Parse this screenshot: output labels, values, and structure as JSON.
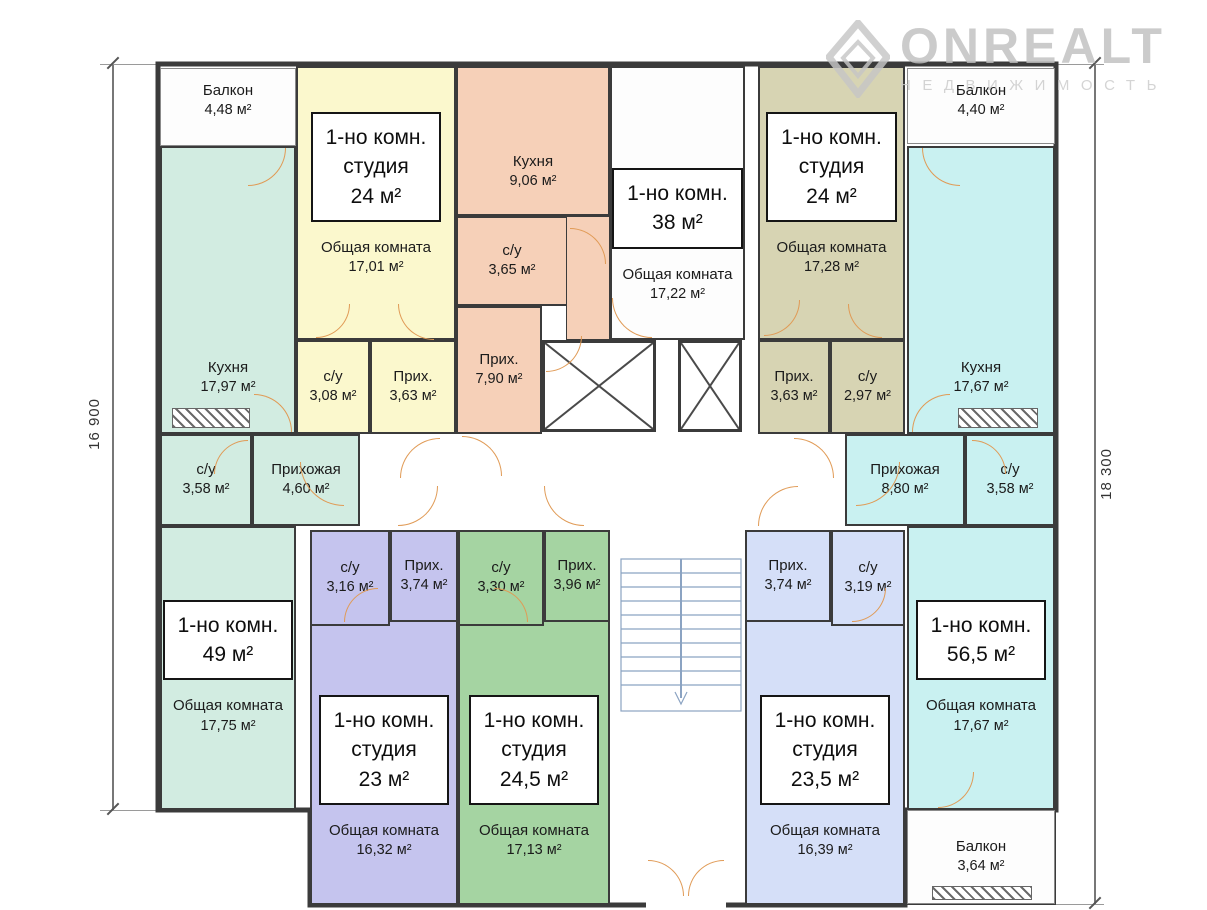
{
  "watermark": {
    "brand": "ONREALT",
    "subtitle": "НЕДВИЖИМОСТЬ"
  },
  "dims": {
    "left": "16 900",
    "right": "18 300"
  },
  "left_apt": {
    "balcony": {
      "name": "Балкон",
      "area": "4,48 м²"
    },
    "kitchen": {
      "name": "Кухня",
      "area": "17,97 м²"
    },
    "wc": {
      "name": "с/у",
      "area": "3,58 м²"
    },
    "hall": {
      "name": "Прихожая",
      "area": "4,60 м²"
    },
    "label": {
      "l1": "1-но комн.",
      "l2": "49 м²"
    },
    "living": {
      "name": "Общая комната",
      "area": "17,75 м²"
    }
  },
  "yellow_apt": {
    "label": {
      "l1": "1-но комн.",
      "l2": "студия",
      "l3": "24 м²"
    },
    "living": {
      "name": "Общая комната",
      "area": "17,01 м²"
    },
    "wc": {
      "name": "с/у",
      "area": "3,08 м²"
    },
    "hall": {
      "name": "Прих.",
      "area": "3,63 м²"
    }
  },
  "center_apt": {
    "kitchen": {
      "name": "Кухня",
      "area": "9,06 м²"
    },
    "wc": {
      "name": "с/у",
      "area": "3,65 м²"
    },
    "hall": {
      "name": "Прих.",
      "area": "7,90 м²"
    },
    "label": {
      "l1": "1-но комн.",
      "l2": "38 м²"
    },
    "living": {
      "name": "Общая комната",
      "area": "17,22 м²"
    }
  },
  "olive_apt": {
    "label": {
      "l1": "1-но комн.",
      "l2": "студия",
      "l3": "24 м²"
    },
    "living": {
      "name": "Общая комната",
      "area": "17,28 м²"
    },
    "hall": {
      "name": "Прих.",
      "area": "3,63 м²"
    },
    "wc": {
      "name": "с/у",
      "area": "2,97 м²"
    }
  },
  "right_apt": {
    "balcony_top": {
      "name": "Балкон",
      "area": "4,40 м²"
    },
    "kitchen": {
      "name": "Кухня",
      "area": "17,67 м²"
    },
    "hall": {
      "name": "Прихожая",
      "area": "8,80 м²"
    },
    "wc": {
      "name": "с/у",
      "area": "3,58 м²"
    },
    "label": {
      "l1": "1-но комн.",
      "l2": "56,5 м²"
    },
    "living": {
      "name": "Общая комната",
      "area": "17,67 м²"
    },
    "balcony_bottom": {
      "name": "Балкон",
      "area": "3,64 м²"
    }
  },
  "lavender_apt": {
    "wc": {
      "name": "с/у",
      "area": "3,16 м²"
    },
    "hall": {
      "name": "Прих.",
      "area": "3,74 м²"
    },
    "label": {
      "l1": "1-но комн.",
      "l2": "студия",
      "l3": "23 м²"
    },
    "living": {
      "name": "Общая комната",
      "area": "16,32 м²"
    }
  },
  "green_apt": {
    "wc": {
      "name": "с/у",
      "area": "3,30 м²"
    },
    "hall": {
      "name": "Прих.",
      "area": "3,96 м²"
    },
    "label": {
      "l1": "1-но комн.",
      "l2": "студия",
      "l3": "24,5 м²"
    },
    "living": {
      "name": "Общая комната",
      "area": "17,13 м²"
    }
  },
  "blue_apt": {
    "hall": {
      "name": "Прих.",
      "area": "3,74 м²"
    },
    "wc": {
      "name": "с/у",
      "area": "3,19 м²"
    },
    "label": {
      "l1": "1-но комн.",
      "l2": "студия",
      "l3": "23,5 м²"
    },
    "living": {
      "name": "Общая комната",
      "area": "16,39 м²"
    }
  },
  "colors": {
    "white": "#fdfdfd",
    "teal": "#d2ece1",
    "yellow": "#fbf8cd",
    "salmon": "#f6d0b8",
    "olive": "#d7d4b3",
    "cyan": "#c9f1f1",
    "lavender": "#c5c4ee",
    "green": "#a5d4a2",
    "periwinkle": "#d5dff8",
    "wall": "#3b3b3b",
    "door": "#e09a55"
  }
}
